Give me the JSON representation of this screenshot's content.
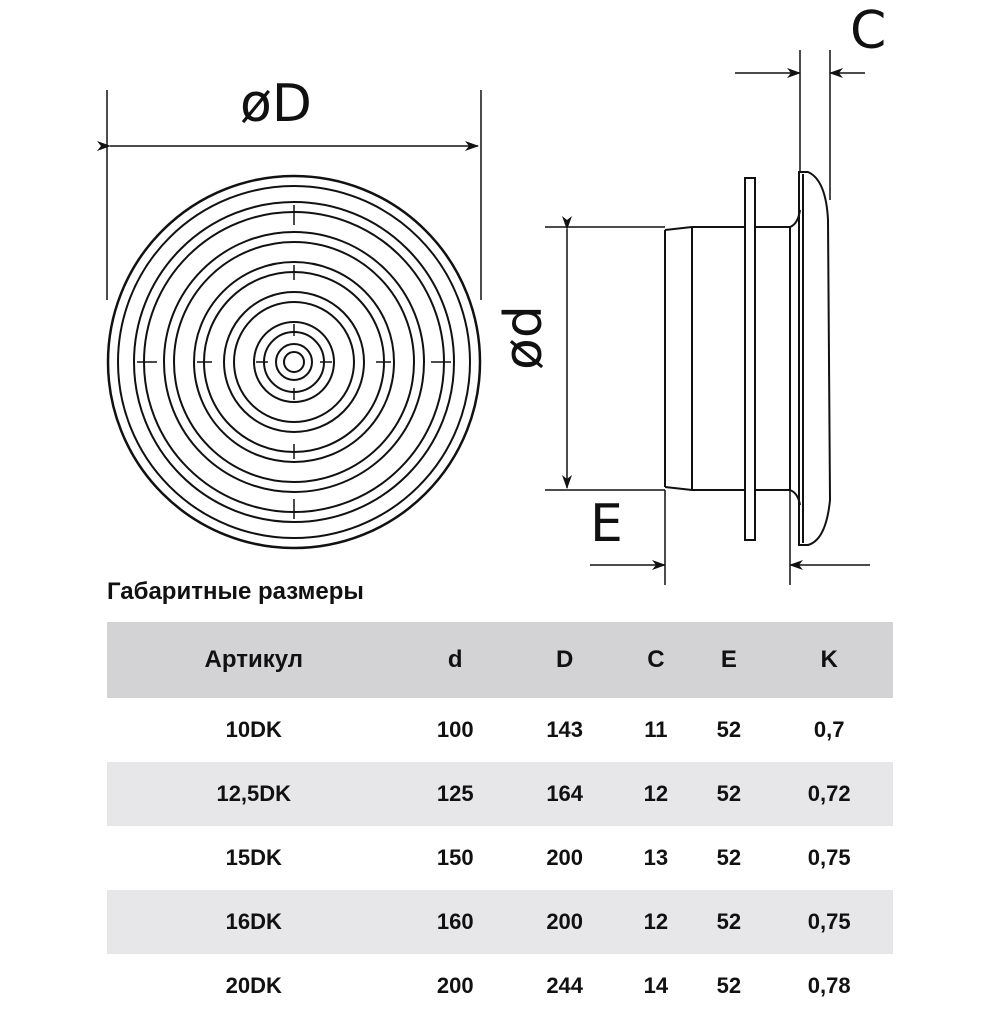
{
  "drawing": {
    "label_D": "øD",
    "label_d": "ød",
    "label_C": "C",
    "label_E": "E"
  },
  "title": "Габаритные размеры",
  "table": {
    "headers": [
      "Артикул",
      "d",
      "D",
      "C",
      "E",
      "K"
    ],
    "rows": [
      [
        "10DK",
        "100",
        "143",
        "11",
        "52",
        "0,7"
      ],
      [
        "12,5DK",
        "125",
        "164",
        "12",
        "52",
        "0,72"
      ],
      [
        "15DK",
        "150",
        "200",
        "13",
        "52",
        "0,75"
      ],
      [
        "16DK",
        "160",
        "200",
        "12",
        "52",
        "0,75"
      ],
      [
        "20DK",
        "200",
        "244",
        "14",
        "52",
        "0,78"
      ]
    ]
  }
}
